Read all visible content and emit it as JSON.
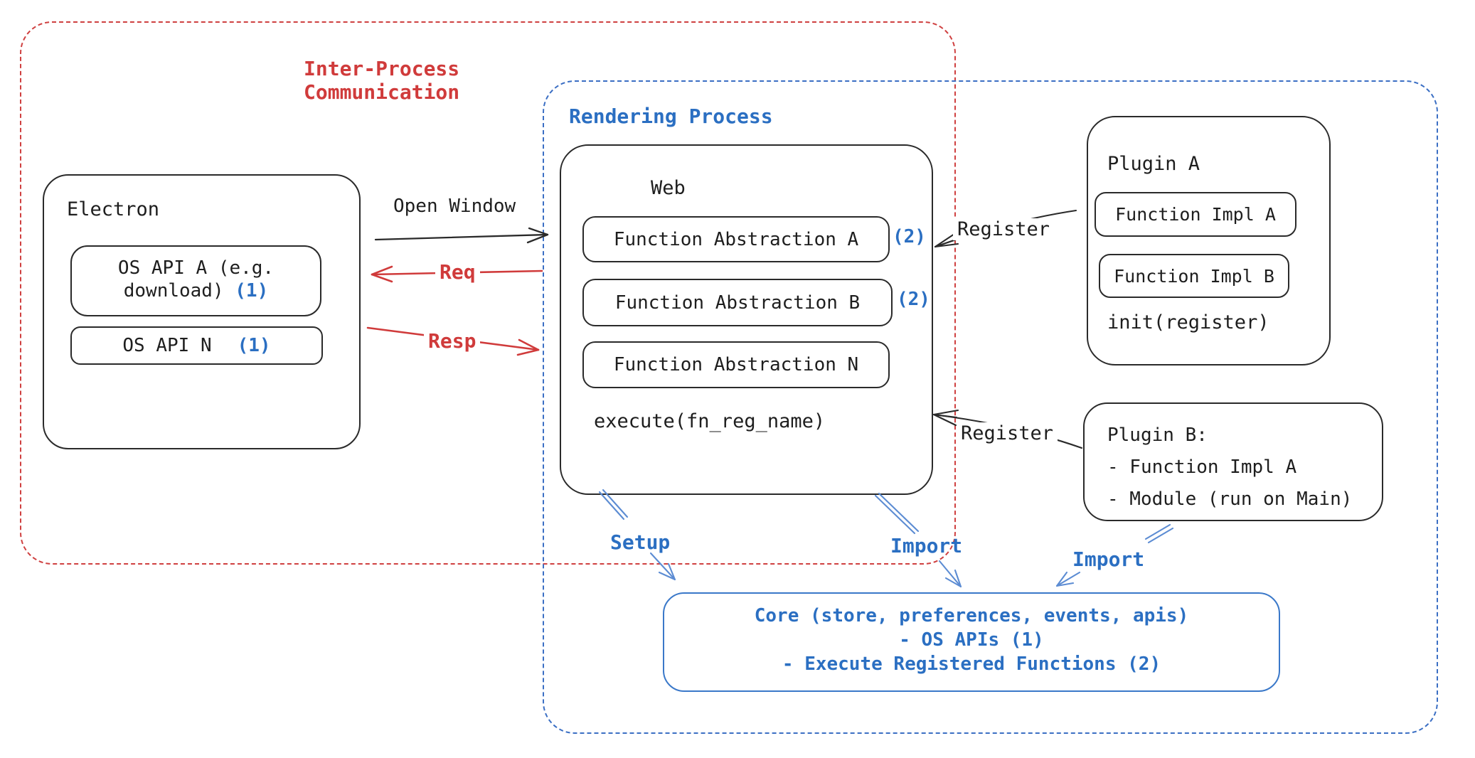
{
  "colors": {
    "stroke_black": "#2a2a2a",
    "accent_red": "#d03b3b",
    "accent_blue": "#2b6fc2",
    "arrow_blue": "#5c8cd3",
    "dashed_blue_border": "#3b6fc4",
    "dashed_red_border": "#cf4040"
  },
  "ipc_region": {
    "title": "Inter-Process\nCommunication"
  },
  "rendering_region": {
    "title": "Rendering Process"
  },
  "electron": {
    "title": "Electron",
    "os_api_a": {
      "label": "OS API A (e.g. download)",
      "badge": "(1)"
    },
    "os_api_n": {
      "label": "OS API N",
      "badge": "(1)"
    }
  },
  "arrows": {
    "open_window": "Open Window",
    "req": "Req",
    "resp": "Resp",
    "register_top": "Register",
    "register_bottom": "Register",
    "setup": "Setup",
    "import_web": "Import",
    "import_plugin_b": "Import"
  },
  "web": {
    "title": "Web",
    "items": [
      {
        "label": "Function Abstraction A",
        "badge": "(2)"
      },
      {
        "label": "Function Abstraction B",
        "badge": "(2)"
      },
      {
        "label": "Function Abstraction N",
        "badge": ""
      }
    ],
    "execute": "execute(fn_reg_name)"
  },
  "plugin_a": {
    "title": "Plugin A",
    "impl_a": "Function Impl A",
    "impl_b": "Function Impl B",
    "init": "init(register)"
  },
  "plugin_b": {
    "lines": [
      "Plugin B:",
      "- Function Impl A",
      "- Module (run on Main)"
    ]
  },
  "core": {
    "lines": [
      "Core (store, preferences, events, apis)",
      "- OS APIs (1)",
      "- Execute Registered Functions (2)"
    ]
  }
}
